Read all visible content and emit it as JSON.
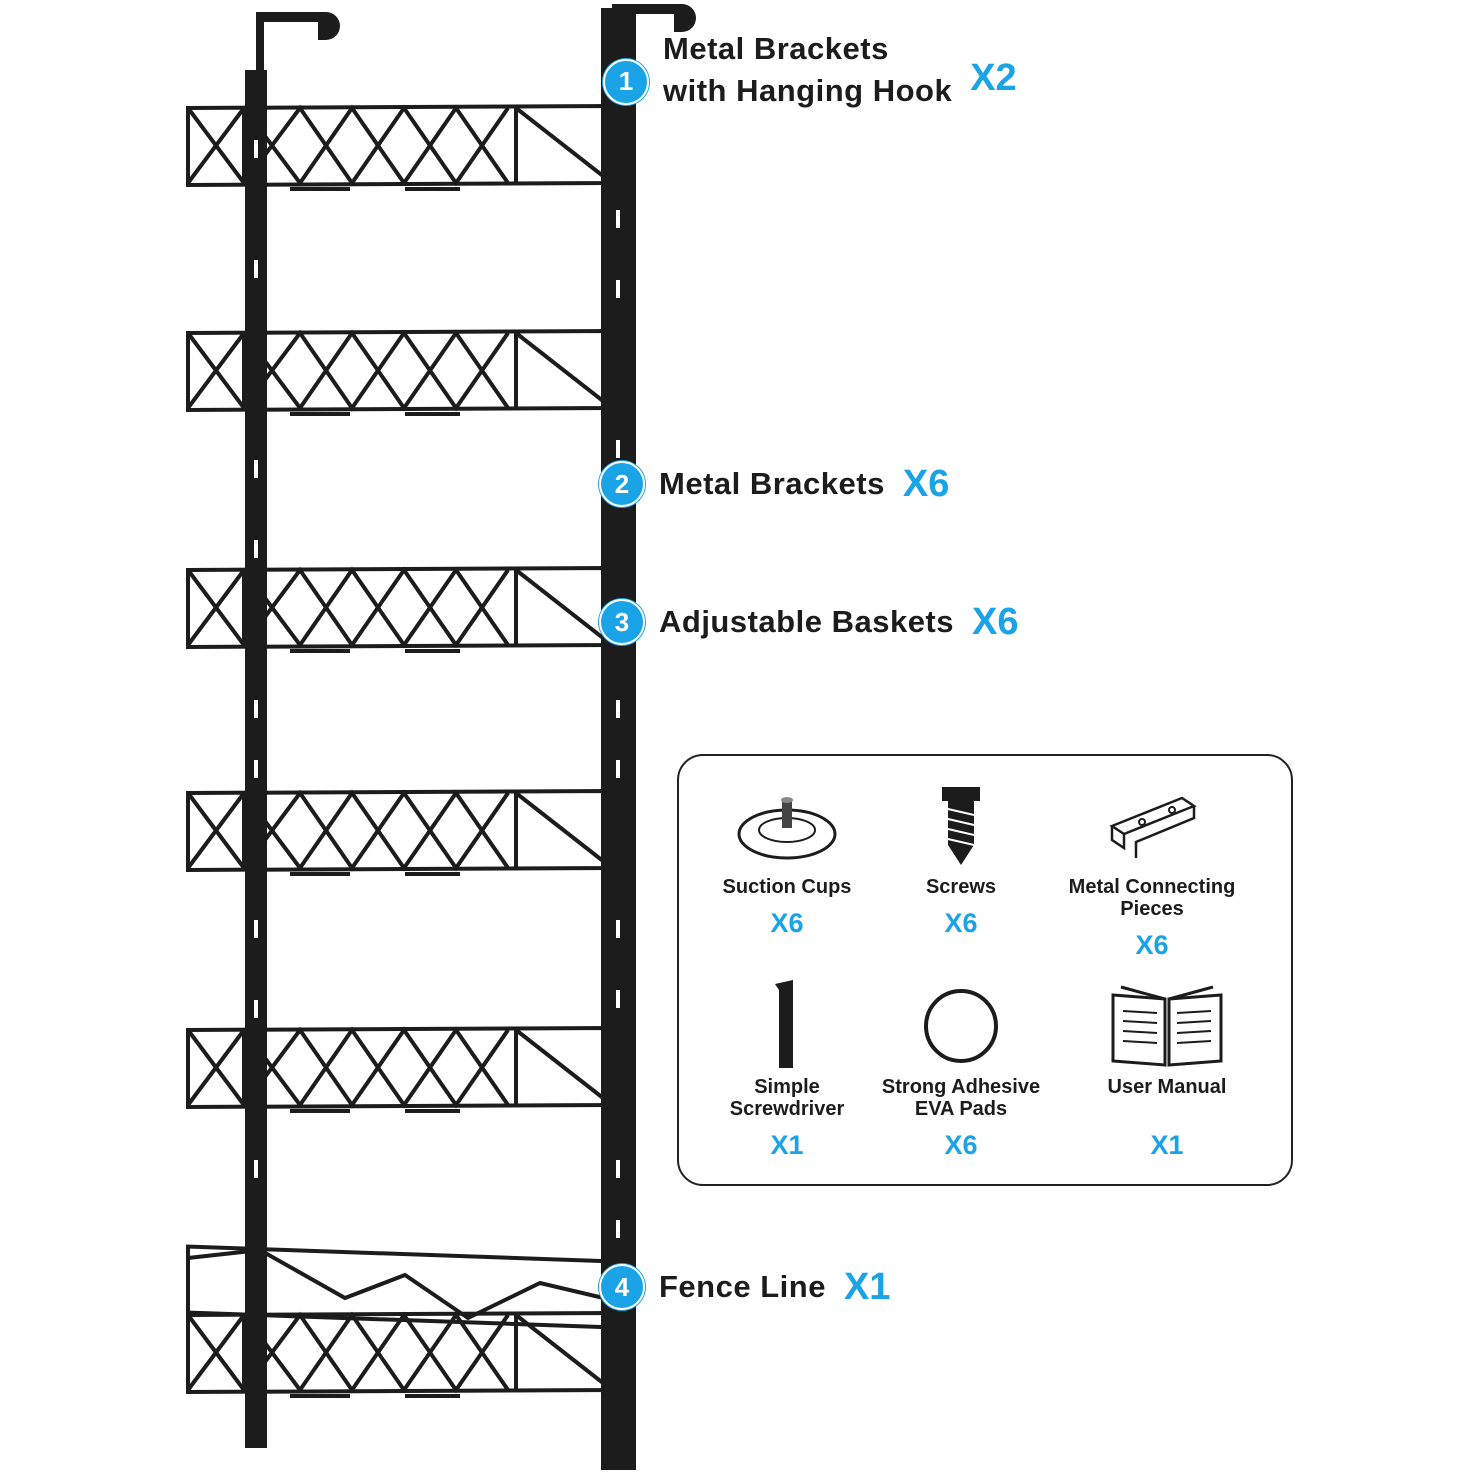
{
  "callouts": [
    {
      "number": "1",
      "label_line1": "Metal Brackets",
      "label_line2": "with Hanging Hook",
      "qty": "X2"
    },
    {
      "number": "2",
      "label": "Metal Brackets",
      "qty": "X6"
    },
    {
      "number": "3",
      "label": "Adjustable Baskets",
      "qty": "X6"
    },
    {
      "number": "4",
      "label": "Fence Line",
      "qty": "X1"
    }
  ],
  "accessories": [
    {
      "icon": "suction-cup-icon",
      "name": "Suction Cups",
      "qty": "X6"
    },
    {
      "icon": "screw-icon",
      "name": "Screws",
      "qty": "X6"
    },
    {
      "icon": "connecting-piece-icon",
      "name_line1": "Metal Connecting",
      "name_line2": "Pieces",
      "qty": "X6"
    },
    {
      "icon": "hex-key-icon",
      "name_line1": "Simple",
      "name_line2": "Screwdriver",
      "qty": "X1"
    },
    {
      "icon": "eva-pad-icon",
      "name_line1": "Strong Adhesive",
      "name_line2": "EVA Pads",
      "qty": "X6"
    },
    {
      "icon": "book-icon",
      "name": "User Manual",
      "qty": "X1"
    }
  ],
  "colors": {
    "accent": "#1aa3e6",
    "rack": "#1c1c1c"
  }
}
